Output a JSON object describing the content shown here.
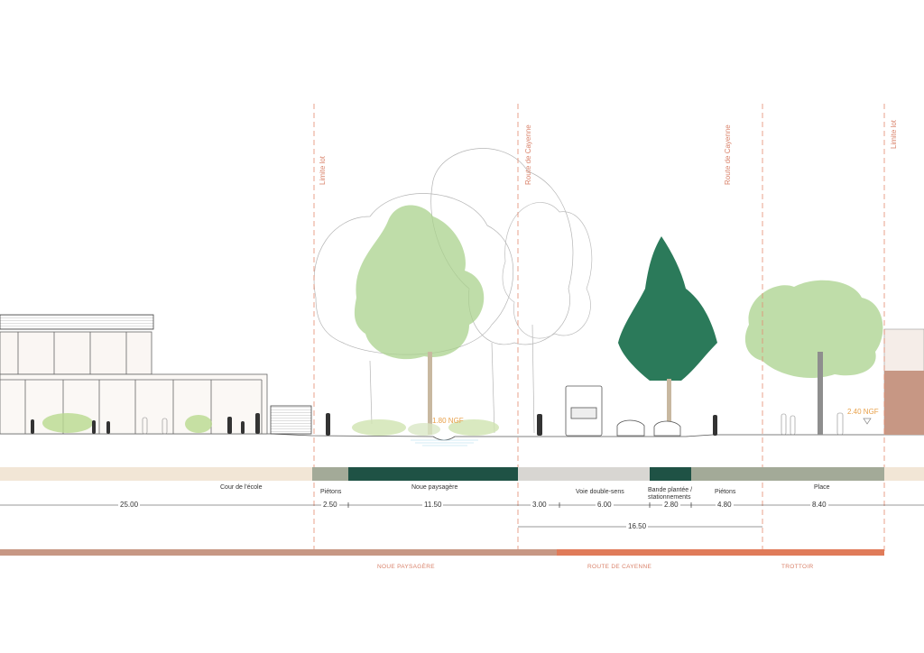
{
  "limits": {
    "left_lot": "Limite lot",
    "right_lot": "Limite lot",
    "road_a": "Route de Cayenne",
    "road_b": "Route de Cayenne"
  },
  "levels": {
    "noue": "1.80 NGF",
    "place": "2.40 NGF"
  },
  "bands": {
    "cour": "Cour de l'école",
    "pietons_a": "Piétons",
    "noue": "Noue paysagère",
    "voie": "Voie double-sens",
    "bande_1": "Bande plantée /",
    "bande_2": "stationnements",
    "pietons_b": "Piétons",
    "place": "Place"
  },
  "dimensions": {
    "d1": "25.00",
    "d2": "2.50",
    "d3": "11.50",
    "d4": "3.00",
    "d5": "6.00",
    "d6": "2.80",
    "d7": "4.80",
    "d8": "8.40",
    "total": "16.50"
  },
  "zones": {
    "z1": "NOUE PAYSAGÈRE",
    "z2": "ROUTE DE CAYENNE",
    "z3": "TROTTOIR"
  },
  "colors": {
    "accent_line": "#e38a6f",
    "dark_green": "#1f5245",
    "sage": "#a3aa98",
    "light_grey": "#d8d6d2",
    "cream": "#f2e6d6",
    "brick": "#c79784",
    "tree_light": "#a9d28c",
    "tree_dark": "#2b7a5a"
  }
}
